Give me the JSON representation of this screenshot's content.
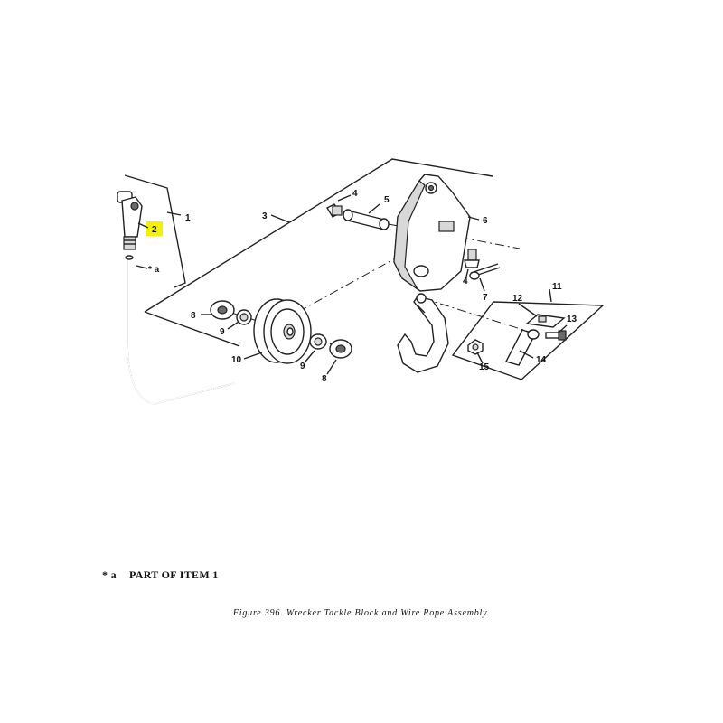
{
  "callouts": {
    "c1": "1",
    "c2": "2",
    "a": "* a",
    "c3": "3",
    "c4a": "4",
    "c5": "5",
    "c6": "6",
    "c4b": "4",
    "c7": "7",
    "c8a": "8",
    "c9a": "9",
    "c10": "10",
    "c9b": "9",
    "c8b": "8",
    "c11": "11",
    "c12": "12",
    "c13": "13",
    "c14": "14",
    "c15": "15"
  },
  "highlight_color": "#f5f200",
  "note": {
    "marker": "* a",
    "text": "PART OF ITEM 1"
  },
  "caption": "Figure 396. Wrecker Tackle Block and Wire Rope Assembly."
}
